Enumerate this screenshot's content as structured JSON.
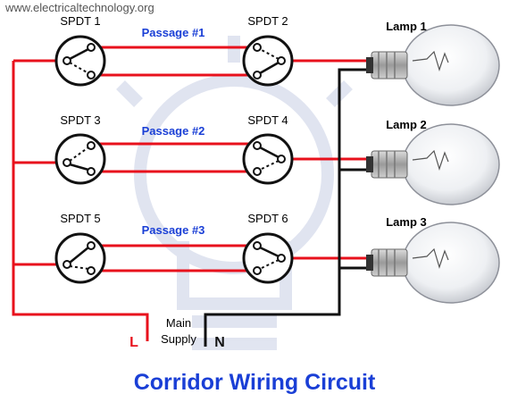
{
  "website": "www.electricaltechnology.org",
  "title": "Corridor Wiring Circuit",
  "passages": [
    "Passage #1",
    "Passage #2",
    "Passage #3"
  ],
  "switches": [
    "SPDT 1",
    "SPDT 2",
    "SPDT 3",
    "SPDT 4",
    "SPDT 5",
    "SPDT 6"
  ],
  "lamps": [
    "Lamp 1",
    "Lamp 2",
    "Lamp 3"
  ],
  "supply": {
    "line1": "Main",
    "line2": "Supply",
    "live": "L",
    "neutral": "N"
  },
  "colors": {
    "live_wire": "#e8111c",
    "neutral_wire": "#111111",
    "title": "#1a3fd6",
    "live_label": "#e8111c"
  }
}
